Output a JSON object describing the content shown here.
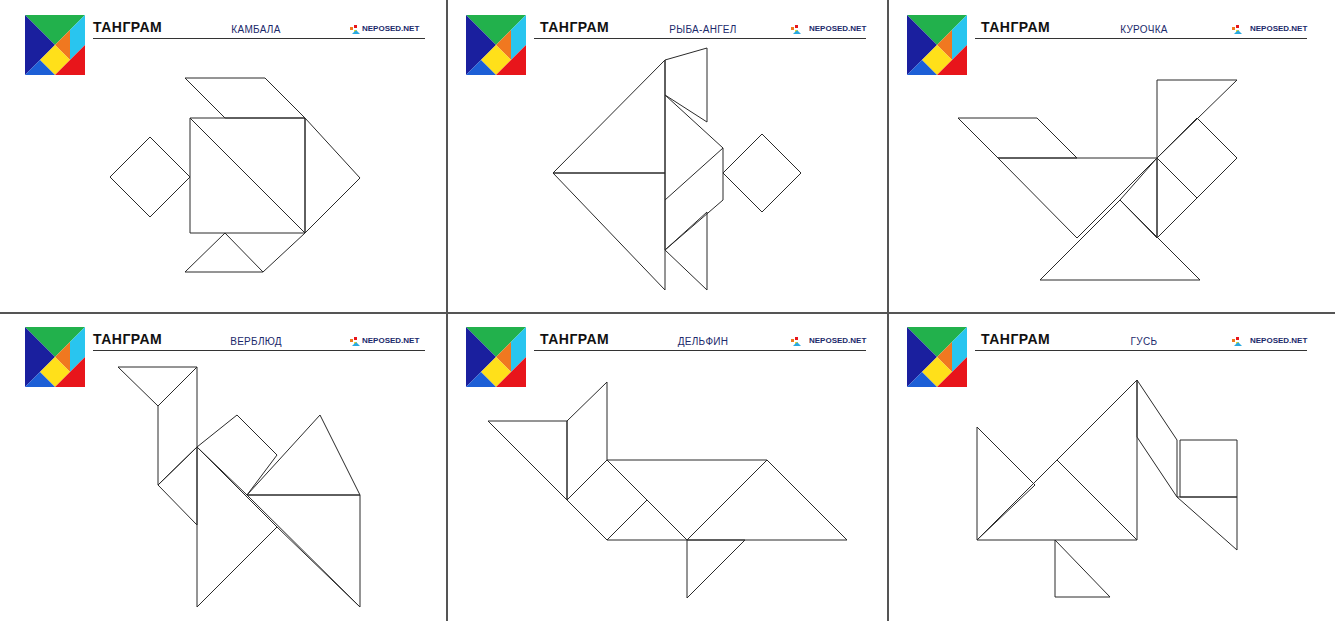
{
  "diagram": {
    "labels": [
      "ТАНГРАМ",
      "КАМБАЛА",
      "NEPOSED.NET",
      "ТАНГРАМ",
      "РЫБА-АНГЕЛ",
      "NEPOSED.NET",
      "ТАНГРАМ",
      "КУРОЧКА",
      "NEPOSED.NET",
      "ТАНГРАМ",
      "ВЕРБЛЮД",
      "NEPOSED.NET",
      "ТАНГРАМ",
      "ДЕЛЬФИН",
      "NEPOSED.NET",
      "ТАНГРАМ",
      "ГУСЬ",
      "NEPOSED.NET"
    ]
  }
}
